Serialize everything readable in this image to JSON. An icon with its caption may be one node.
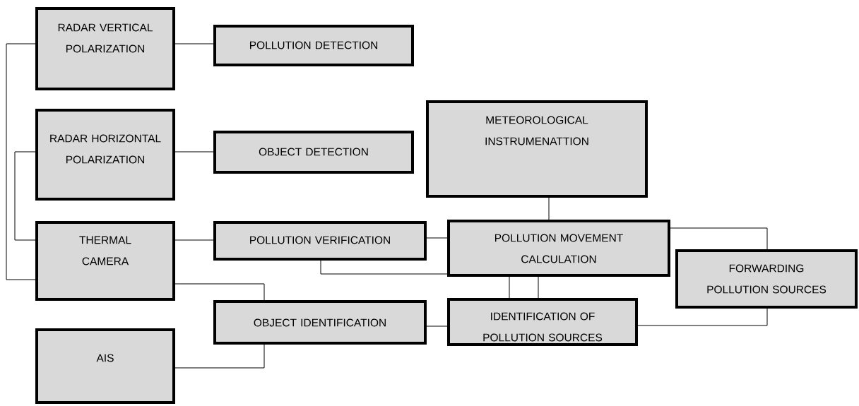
{
  "diagram": {
    "nodes": [
      {
        "text": [
          "RADAR VERTICAL POLARIZATION"
        ]
      },
      {
        "text": [
          "POLLUTION DETECTION"
        ]
      },
      {
        "text": [
          "RADAR HORIZONTAL POLARIZATION"
        ]
      },
      {
        "text": [
          "OBJECT DETECTION"
        ]
      },
      {
        "text": [
          "METEOROLOGICAL INSTRUMENATTION"
        ]
      },
      {
        "text": [
          "THERMAL CAMERA"
        ]
      },
      {
        "text": [
          "POLLUTION VERIFICATION"
        ]
      },
      {
        "text": [
          "POLLUTION MOVEMENT CALCULATION"
        ]
      },
      {
        "text": [
          "FORWARDING POLLUTION SOURCES"
        ]
      },
      {
        "text": [
          "OBJECT IDENTIFICATION"
        ]
      },
      {
        "text": [
          "AIS"
        ]
      },
      {
        "text": [
          "IDENTIFICATION OF POLLUTION SOURCES"
        ]
      }
    ],
    "edges": [
      {
        "from": 0,
        "to": 1,
        "arrow": "none"
      },
      {
        "from": 0,
        "to": 5,
        "arrow": "none"
      },
      {
        "from": 2,
        "to": 3,
        "arrow": "none"
      },
      {
        "from": 2,
        "to": 5,
        "arrow": "none"
      },
      {
        "from": 5,
        "to": 6,
        "arrow": "none"
      },
      {
        "from": 5,
        "to": 9,
        "arrow": "none"
      },
      {
        "from": 10,
        "to": 9,
        "arrow": "none"
      },
      {
        "from": 6,
        "to": 7,
        "arrow": "none"
      },
      {
        "from": 6,
        "to": 7,
        "arrow": "none"
      },
      {
        "from": 4,
        "to": 7,
        "arrow": "none"
      },
      {
        "from": 7,
        "to": 11,
        "arrow": "none"
      },
      {
        "from": 7,
        "to": 11,
        "arrow": "none"
      },
      {
        "from": 7,
        "to": 8,
        "arrow": "none"
      },
      {
        "from": 11,
        "to": 8,
        "arrow": "none"
      },
      {
        "from": 9,
        "to": 11,
        "arrow": "none"
      }
    ]
  }
}
